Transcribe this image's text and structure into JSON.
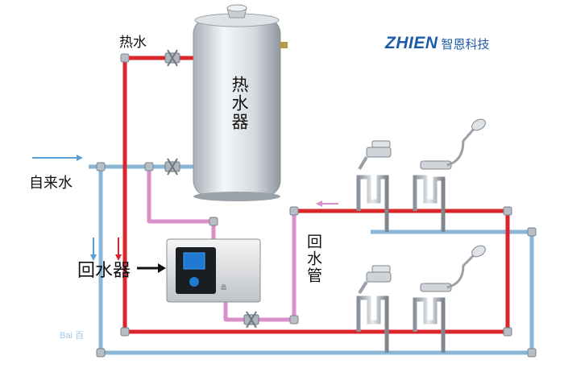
{
  "labels": {
    "hot_water": "热水",
    "heater": "热水器",
    "tap_water": "自来水",
    "recirculator": "回水器",
    "return_pipe": "回水管"
  },
  "logo": {
    "brand": "ZHIEN",
    "chinese": "智恩科技"
  },
  "controller_brand": "晶",
  "watermark": "Bai 百",
  "colors": {
    "hot_pipe": "#d8262b",
    "cold_pipe": "#8ab6d6",
    "return_pipe": "#d990c8",
    "brand_blue": "#1f5aa8"
  }
}
